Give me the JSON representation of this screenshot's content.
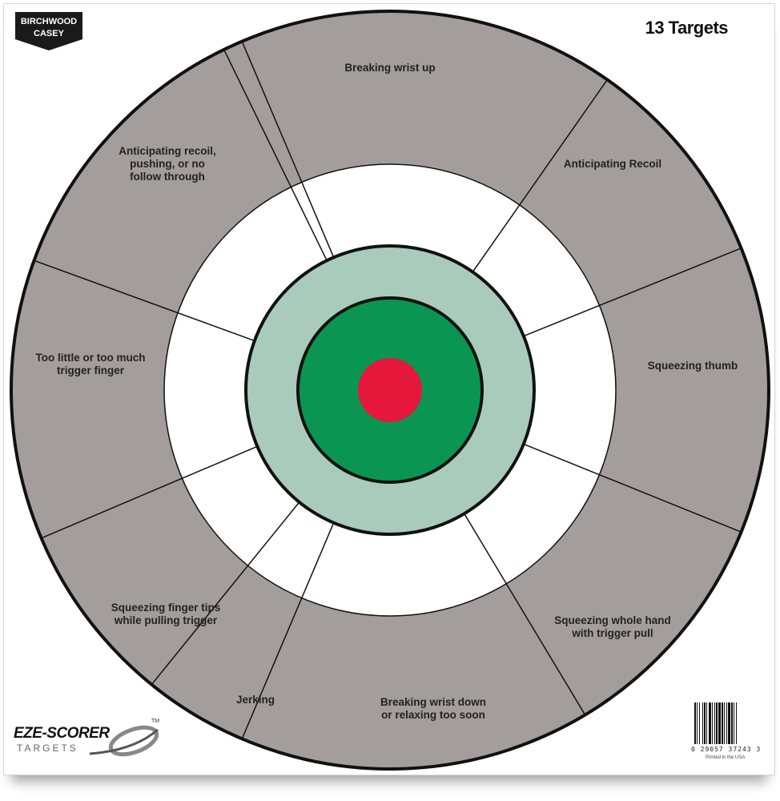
{
  "brand": {
    "line1": "BIRCHWOOD",
    "line2": "CASEY"
  },
  "header": {
    "targets_count": "13 Targets"
  },
  "segments": [
    {
      "id": "breaking-wrist-up",
      "lines": [
        "Breaking wrist up"
      ]
    },
    {
      "id": "anticipating-recoil",
      "lines": [
        "Anticipating Recoil"
      ]
    },
    {
      "id": "squeezing-thumb",
      "lines": [
        "Squeezing thumb"
      ]
    },
    {
      "id": "squeezing-whole-hand",
      "lines": [
        "Squeezing whole hand",
        "with trigger pull"
      ]
    },
    {
      "id": "breaking-wrist-down",
      "lines": [
        "Breaking wrist down",
        "or relaxing too soon"
      ]
    },
    {
      "id": "jerking",
      "lines": [
        "Jerking"
      ]
    },
    {
      "id": "squeezing-finger-tips",
      "lines": [
        "Squeezing finger tips",
        "while pulling trigger"
      ]
    },
    {
      "id": "trigger-finger",
      "lines": [
        "Too little or too much",
        "trigger finger"
      ]
    },
    {
      "id": "anticipating-recoil-pushing",
      "lines": [
        "Anticipating recoil,",
        "pushing, or no",
        "follow through"
      ]
    }
  ],
  "colors": {
    "outer_ring": "#a39e9b",
    "inner_white": "#ffffff",
    "light_green": "#a9cbbb",
    "green": "#0b9552",
    "bullseye": "#e5173b",
    "line": "#111111"
  },
  "logo": {
    "main": "EZE-SCORER",
    "sub": "TARGETS",
    "tm": "TM"
  },
  "barcode": {
    "digits": "0 29057 37243 3",
    "printed": "Printed in the USA"
  }
}
